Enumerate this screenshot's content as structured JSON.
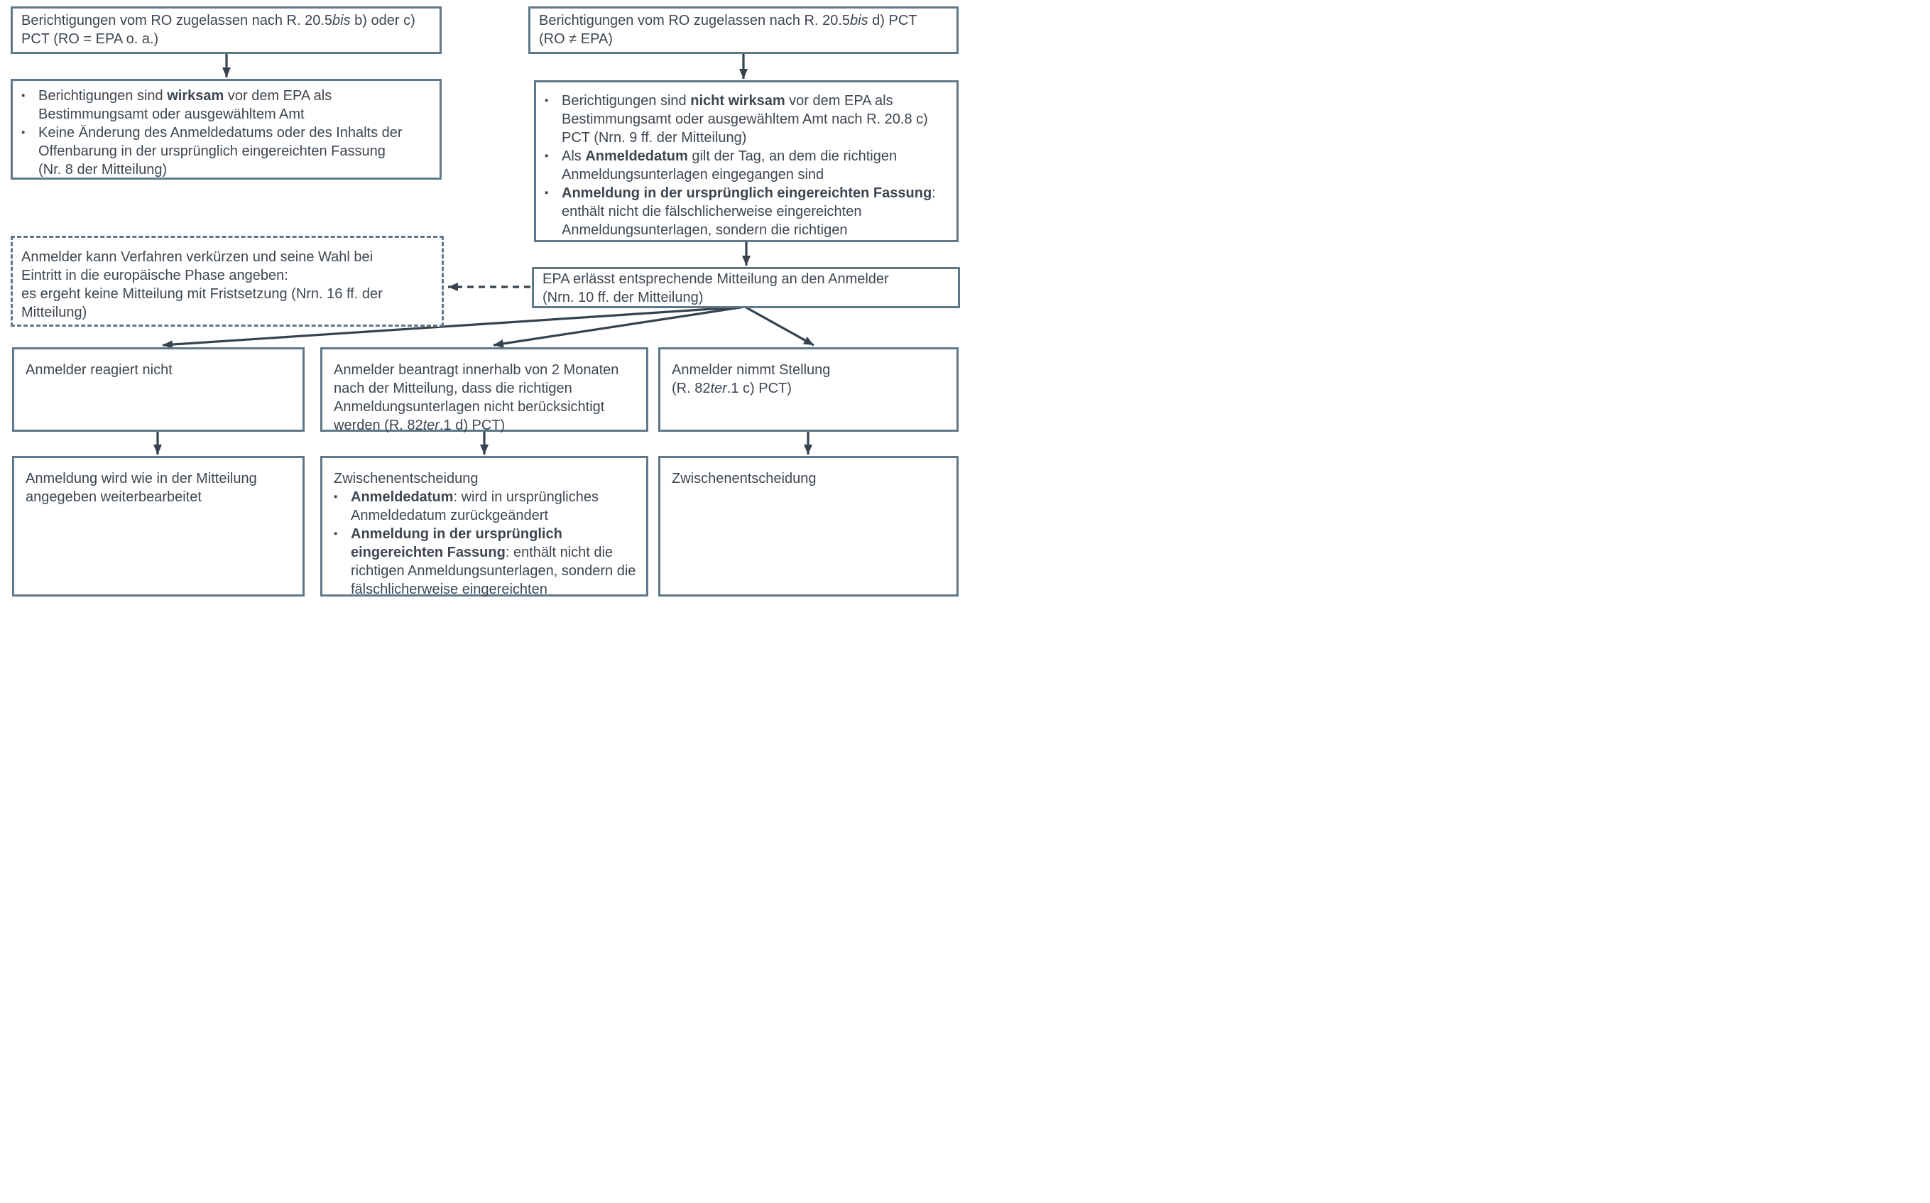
{
  "diagram": {
    "title": "",
    "bullet_char": "▪",
    "colors": {
      "box_border": "#5e7889",
      "text": "#3d4650",
      "arrow": "#36424e",
      "background": "#ffffff"
    },
    "nodes": [
      {
        "id": "ro-epa-bc",
        "style": "solid",
        "content": [
          {
            "kind": "p",
            "runs": [
              {
                "t": "Berichtigungen vom RO zugelassen nach R. 20.5"
              },
              {
                "t": "bis",
                "i": true
              },
              {
                "t": " b) oder c)"
              },
              {
                "br": true
              },
              {
                "t": "PCT (RO = EPA o. a.)"
              }
            ]
          }
        ]
      },
      {
        "id": "ro-neq-epa-d",
        "style": "solid",
        "content": [
          {
            "kind": "p",
            "runs": [
              {
                "t": "Berichtigungen vom RO zugelassen nach R. 20.5"
              },
              {
                "t": "bis",
                "i": true
              },
              {
                "t": " d) PCT"
              },
              {
                "br": true
              },
              {
                "t": "(RO ≠ EPA)"
              }
            ]
          }
        ]
      },
      {
        "id": "wirksam",
        "style": "solid",
        "content": [
          {
            "kind": "bullet",
            "runs": [
              {
                "t": "Berichtigungen sind "
              },
              {
                "t": "wirksam",
                "b": true
              },
              {
                "t": " vor dem EPA als"
              },
              {
                "br": true
              },
              {
                "t": "Bestimmungsamt oder ausgewähltem Amt"
              }
            ]
          },
          {
            "kind": "bullet",
            "runs": [
              {
                "t": "Keine Änderung des Anmeldedatums oder des Inhalts der"
              },
              {
                "br": true
              },
              {
                "t": "Offenbarung in der ursprünglich eingereichten Fassung"
              },
              {
                "br": true
              },
              {
                "t": "(Nr. 8 der Mitteilung)"
              }
            ]
          }
        ]
      },
      {
        "id": "nicht-wirksam",
        "style": "solid",
        "content": [
          {
            "kind": "bullet",
            "runs": [
              {
                "t": "Berichtigungen sind "
              },
              {
                "t": "nicht wirksam",
                "b": true
              },
              {
                "t": " vor dem EPA als"
              },
              {
                "br": true
              },
              {
                "t": "Bestimmungsamt oder ausgewähltem Amt nach R. 20.8 c)"
              },
              {
                "br": true
              },
              {
                "t": "PCT (Nrn. 9 ff. der Mitteilung)"
              }
            ]
          },
          {
            "kind": "bullet",
            "runs": [
              {
                "t": "Als "
              },
              {
                "t": "Anmeldedatum",
                "b": true
              },
              {
                "t": " gilt der Tag, an dem die richtigen"
              },
              {
                "br": true
              },
              {
                "t": "Anmeldungsunterlagen eingegangen sind"
              }
            ]
          },
          {
            "kind": "bullet",
            "runs": [
              {
                "t": "Anmeldung in der ursprünglich eingereichten Fassung",
                "b": true
              },
              {
                "t": ":"
              },
              {
                "br": true
              },
              {
                "t": "enthält nicht die fälschlicherweise eingereichten"
              },
              {
                "br": true
              },
              {
                "t": "Anmeldungsunterlagen, sondern die richtigen"
              }
            ]
          }
        ]
      },
      {
        "id": "verfahren-verkuerzen",
        "style": "dashed",
        "content": [
          {
            "kind": "p",
            "runs": [
              {
                "t": "Anmelder kann Verfahren verkürzen und seine Wahl bei"
              },
              {
                "br": true
              },
              {
                "t": "Eintritt in die europäische Phase angeben:"
              },
              {
                "br": true
              },
              {
                "t": "es ergeht keine Mitteilung mit Fristsetzung (Nrn. 16 ff. der"
              },
              {
                "br": true
              },
              {
                "t": "Mitteilung)"
              }
            ]
          }
        ]
      },
      {
        "id": "epa-mitteilung",
        "style": "solid",
        "content": [
          {
            "kind": "p",
            "runs": [
              {
                "t": "EPA erlässt entsprechende Mitteilung an den Anmelder"
              },
              {
                "br": true
              },
              {
                "t": "(Nrn. 10 ff. der Mitteilung)"
              }
            ]
          }
        ]
      },
      {
        "id": "reagiert-nicht",
        "style": "solid",
        "content": [
          {
            "kind": "p",
            "runs": [
              {
                "t": "Anmelder reagiert nicht"
              }
            ]
          }
        ]
      },
      {
        "id": "beantragt",
        "style": "solid",
        "content": [
          {
            "kind": "p",
            "runs": [
              {
                "t": "Anmelder beantragt innerhalb von 2 Monaten"
              },
              {
                "br": true
              },
              {
                "t": "nach der Mitteilung, dass die richtigen"
              },
              {
                "br": true
              },
              {
                "t": "Anmeldungsunterlagen nicht berücksichtigt"
              },
              {
                "br": true
              },
              {
                "t": "werden (R. 82"
              },
              {
                "t": "ter",
                "i": true
              },
              {
                "t": ".1 d) PCT)"
              }
            ]
          }
        ]
      },
      {
        "id": "nimmt-stellung",
        "style": "solid",
        "content": [
          {
            "kind": "p",
            "runs": [
              {
                "t": "Anmelder nimmt Stellung"
              },
              {
                "br": true
              },
              {
                "t": "(R. 82"
              },
              {
                "t": "ter",
                "i": true
              },
              {
                "t": ".1 c) PCT)"
              }
            ]
          }
        ]
      },
      {
        "id": "weiterbearbeitet",
        "style": "solid",
        "content": [
          {
            "kind": "p",
            "runs": [
              {
                "t": "Anmeldung wird wie in der Mitteilung"
              },
              {
                "br": true
              },
              {
                "t": "angegeben weiterbearbeitet"
              }
            ]
          }
        ]
      },
      {
        "id": "zwischenentscheidung-detail",
        "style": "solid",
        "content": [
          {
            "kind": "p",
            "runs": [
              {
                "t": "Zwischenentscheidung"
              }
            ]
          },
          {
            "kind": "bullet",
            "runs": [
              {
                "t": "Anmeldedatum",
                "b": true
              },
              {
                "t": ": wird in ursprüngliches"
              },
              {
                "br": true
              },
              {
                "t": "Anmeldedatum zurückgeändert"
              }
            ]
          },
          {
            "kind": "bullet",
            "runs": [
              {
                "t": "Anmeldung in der ursprünglich",
                "b": true
              },
              {
                "br": true
              },
              {
                "t": "eingereichten Fassung",
                "b": true
              },
              {
                "t": ": enthält nicht die"
              },
              {
                "br": true
              },
              {
                "t": "richtigen Anmeldungsunterlagen, sondern die"
              },
              {
                "br": true
              },
              {
                "t": "fälschlicherweise eingereichten"
              }
            ]
          }
        ]
      },
      {
        "id": "zwischenentscheidung",
        "style": "solid",
        "content": [
          {
            "kind": "p",
            "runs": [
              {
                "t": "Zwischenentscheidung"
              }
            ]
          }
        ]
      }
    ],
    "edges": [
      {
        "from": "ro-epa-bc",
        "to": "wirksam",
        "style": "solid"
      },
      {
        "from": "ro-neq-epa-d",
        "to": "nicht-wirksam",
        "style": "solid"
      },
      {
        "from": "nicht-wirksam",
        "to": "epa-mitteilung",
        "style": "solid"
      },
      {
        "from": "epa-mitteilung",
        "to": "verfahren-verkuerzen",
        "style": "dashed"
      },
      {
        "from": "epa-mitteilung",
        "to": "reagiert-nicht",
        "style": "solid"
      },
      {
        "from": "epa-mitteilung",
        "to": "beantragt",
        "style": "solid"
      },
      {
        "from": "epa-mitteilung",
        "to": "nimmt-stellung",
        "style": "solid"
      },
      {
        "from": "reagiert-nicht",
        "to": "weiterbearbeitet",
        "style": "solid"
      },
      {
        "from": "beantragt",
        "to": "zwischenentscheidung-detail",
        "style": "solid"
      },
      {
        "from": "nimmt-stellung",
        "to": "zwischenentscheidung",
        "style": "solid"
      }
    ]
  }
}
